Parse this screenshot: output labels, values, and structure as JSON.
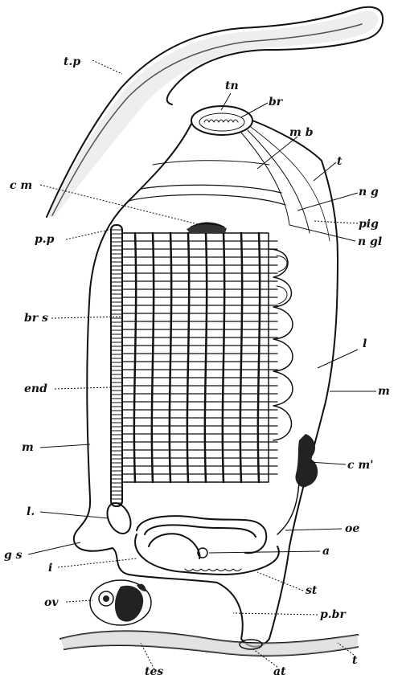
{
  "labels": {
    "tp": "t.p",
    "tn": "tn",
    "br": "br",
    "mb": "m b",
    "cm": "c m",
    "t_top": "t",
    "ng": "n g",
    "pig": "pig",
    "pp": "p.p",
    "ngl": "n gl",
    "brs": "br s",
    "l_right": "l",
    "end": "end",
    "m_right": "m",
    "m_left": "m",
    "cm2": "c m'",
    "l_left": "l.",
    "oe": "oe",
    "gs": "g s",
    "a": "a",
    "i": "i",
    "st": "st",
    "ov": "ov",
    "pbr": "p.br",
    "tes": "tes",
    "at": "at",
    "t_bottom": "t"
  }
}
